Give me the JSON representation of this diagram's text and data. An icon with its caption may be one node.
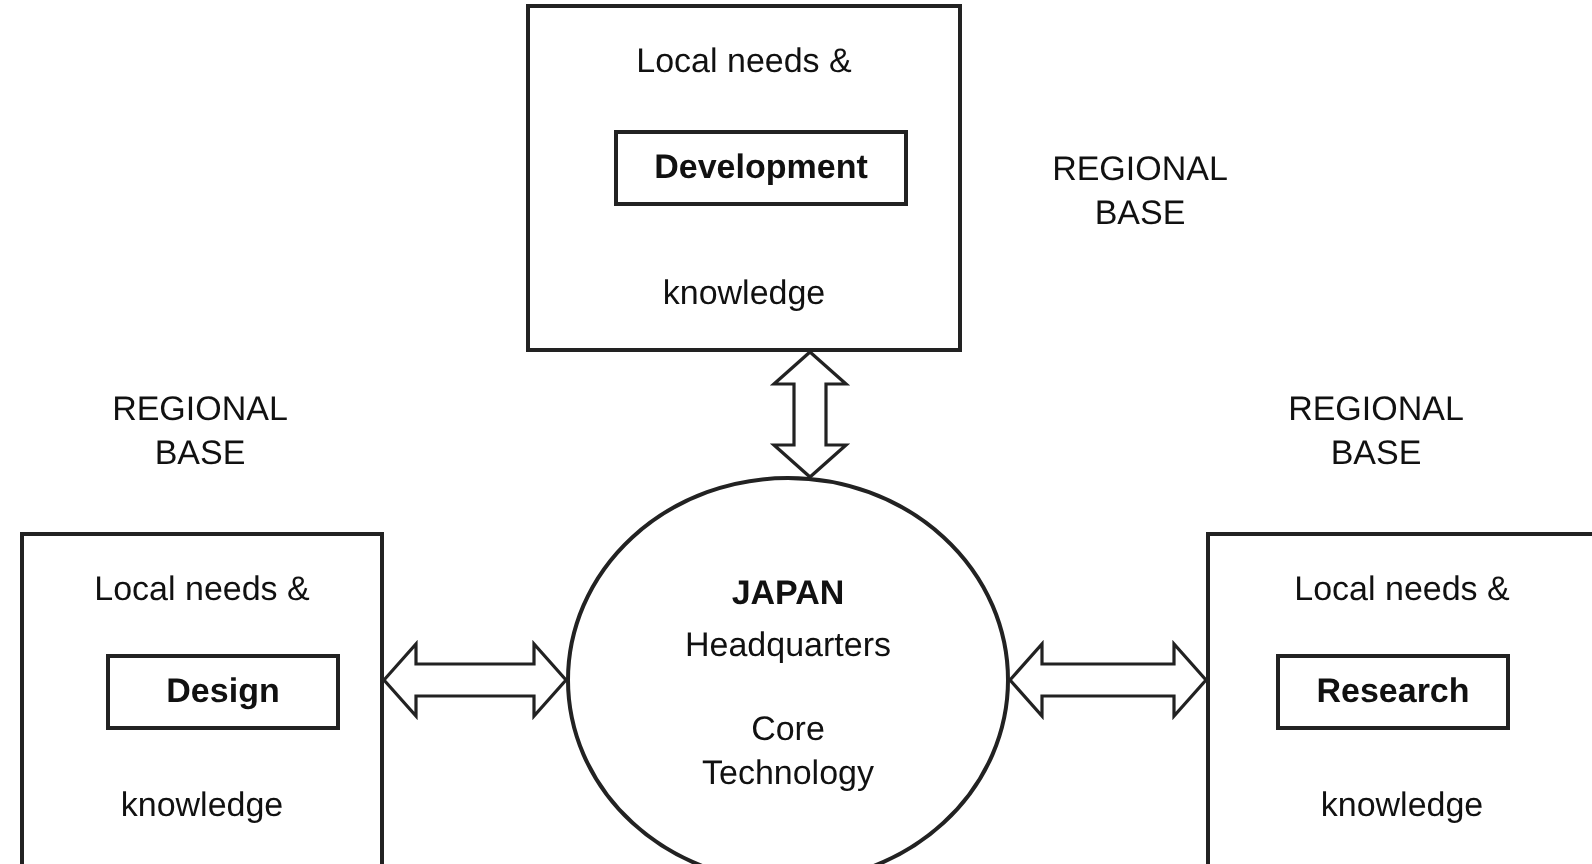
{
  "diagram": {
    "nodes": [
      {
        "text": [
          "Local needs &",
          "knowledge"
        ],
        "beside": [
          "REGIONAL BASE"
        ]
      },
      {
        "text": [
          "Development"
        ],
        "in": 0
      },
      {
        "text": [
          "Local needs &",
          "knowledge"
        ],
        "beside": [
          "REGIONAL BASE"
        ]
      },
      {
        "text": [
          "Design"
        ],
        "in": 2
      },
      {
        "text": [
          "JAPAN",
          "Headquarters",
          "Core Technology"
        ]
      },
      {
        "text": [
          "Local needs &",
          "knowledge"
        ],
        "beside": [
          "REGIONAL BASE"
        ]
      },
      {
        "text": [
          "Research"
        ],
        "in": 5
      }
    ],
    "edges": [
      {
        "from": 0,
        "to": 4,
        "arrow": "both"
      },
      {
        "from": 2,
        "to": 4,
        "arrow": "both"
      },
      {
        "from": 4,
        "to": 5,
        "arrow": "both"
      }
    ]
  }
}
